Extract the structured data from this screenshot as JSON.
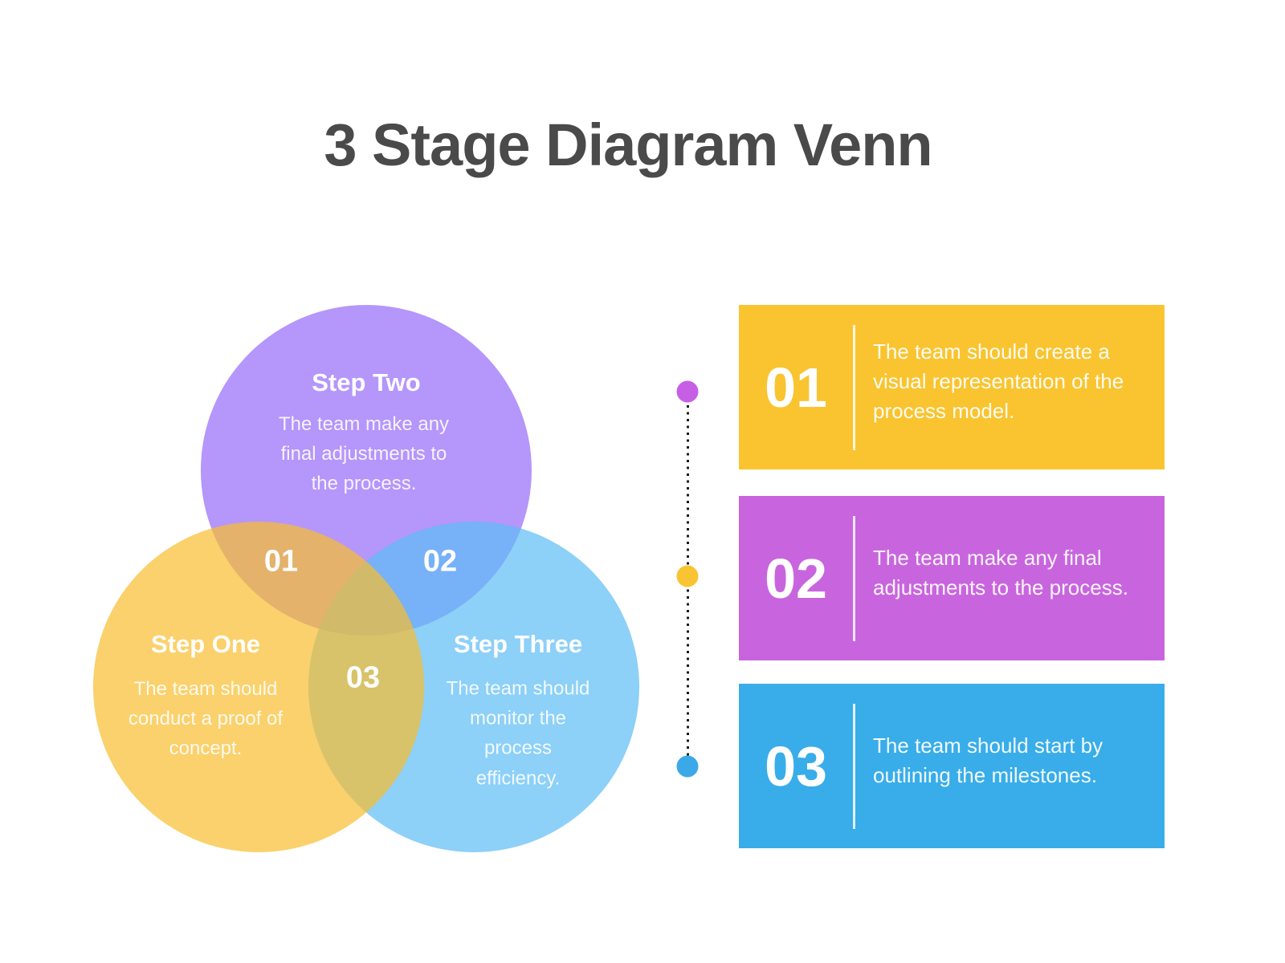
{
  "page": {
    "title": "3 Stage Diagram Venn",
    "title_color": "#4a4a4a",
    "background": "#ffffff"
  },
  "venn": {
    "circles": {
      "one": {
        "title": "Step One",
        "description": "The team should conduct a proof of concept.",
        "fill": "#F8BE2D"
      },
      "two": {
        "title": "Step Two",
        "description": "The team make any final adjustments to the process.",
        "fill": "#9669F8"
      },
      "three": {
        "title": "Step Three",
        "description": "The team should monitor the process efficiency.",
        "fill": "#5CBCF5"
      }
    },
    "intersection_labels": {
      "one_two": "01",
      "two_three": "02",
      "one_three": "03"
    }
  },
  "timeline": {
    "line_color": "#1c1c1c",
    "dots": {
      "top": "#C75FE6",
      "middle": "#F9C433",
      "bottom": "#3BA9E8"
    }
  },
  "cards": [
    {
      "number": "01",
      "text": "The team should create a visual representation of the process model.",
      "fill": "#F9C42F"
    },
    {
      "number": "02",
      "text": "The team make any final adjustments to the process.",
      "fill": "#C865DE"
    },
    {
      "number": "03",
      "text": "The team should start by outlining the milestones.",
      "fill": "#38ADE9"
    }
  ]
}
